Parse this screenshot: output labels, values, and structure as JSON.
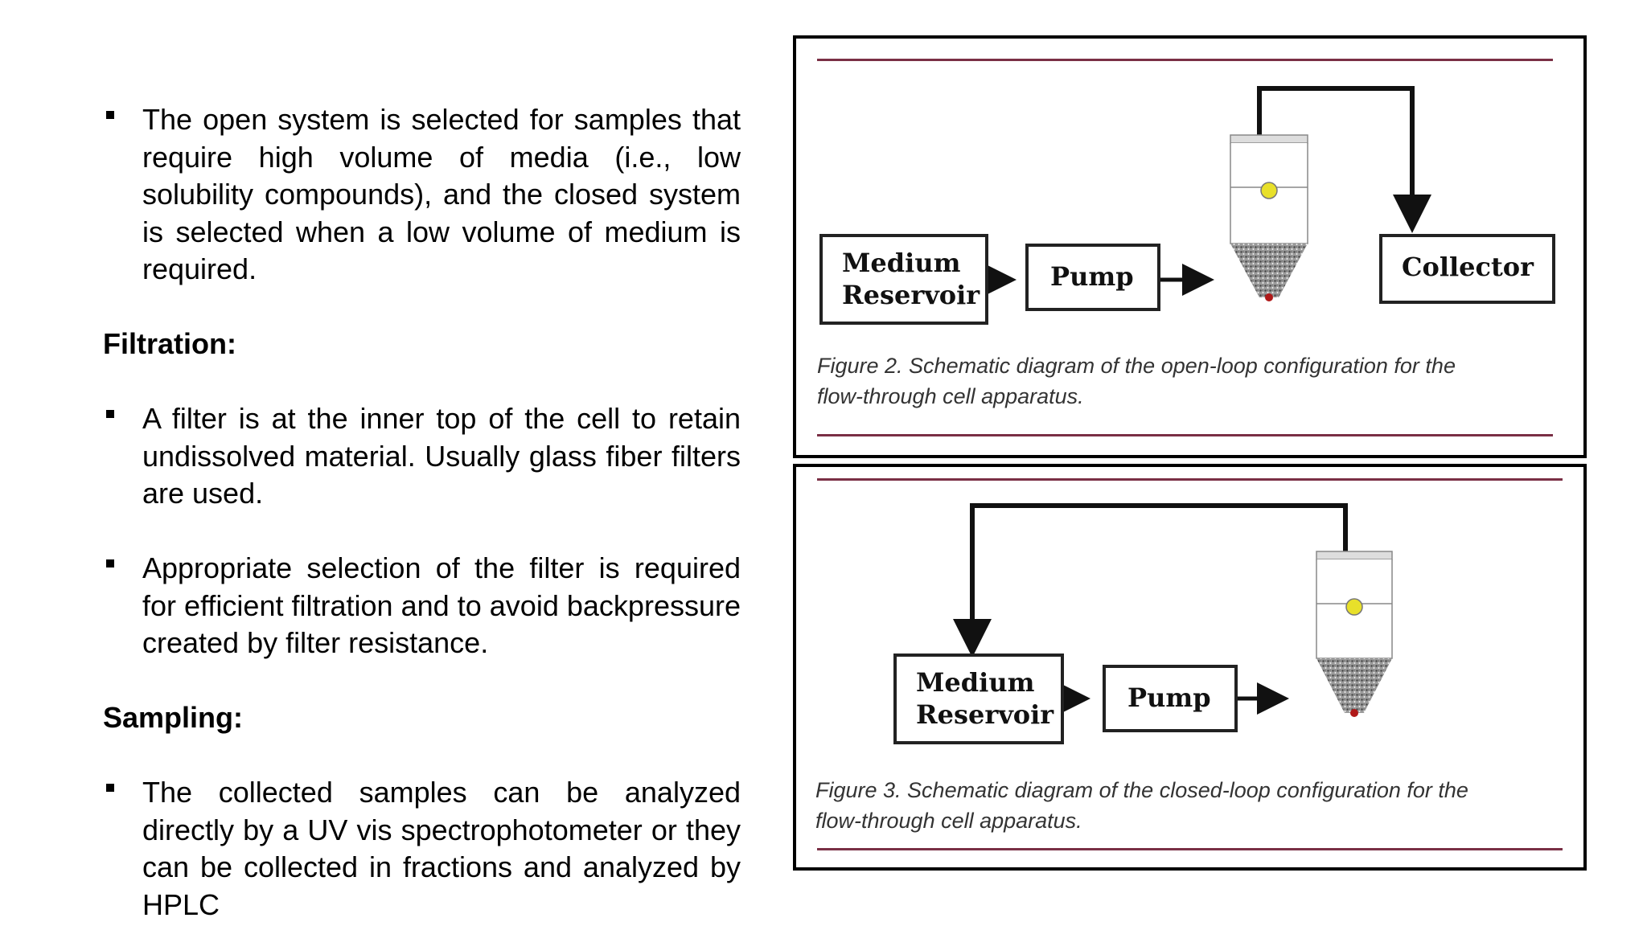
{
  "text": {
    "bullet_open_system": "The open system is selected for samples that require high volume of media (i.e.,  low solubility compounds), and the closed system is selected when a low volume of medium is required.",
    "filtration_heading": "Filtration:",
    "bullet_filter_position": "A filter is at the inner top of the cell to retain undissolved material. Usually glass fiber filters are used.",
    "bullet_filter_selection": "Appropriate selection  of the filter is required for efficient filtration and to avoid backpressure created by filter resistance.",
    "sampling_heading": "Sampling:",
    "bullet_samples": "The collected samples can be analyzed directly by a UV vis spectrophotometer or they can be collected in fractions and analyzed by HPLC"
  },
  "figure2": {
    "reservoir_line1": "Medium",
    "reservoir_line2": "Reservoir",
    "pump": "Pump",
    "collector": "Collector",
    "caption_line1": "Figure 2. Schematic diagram of the open-loop configuration for the",
    "caption_line2": "flow-through cell apparatus."
  },
  "figure3": {
    "reservoir_line1": "Medium",
    "reservoir_line2": "Reservoir",
    "pump": "Pump",
    "caption_line1": "Figure 3. Schematic diagram of the closed-loop configuration for the",
    "caption_line2": "flow-through cell apparatus."
  },
  "colors": {
    "rule": "#7a2f45",
    "ball": "#e8e02a",
    "particles": "#6d6d6d",
    "tip": "#b01919"
  }
}
